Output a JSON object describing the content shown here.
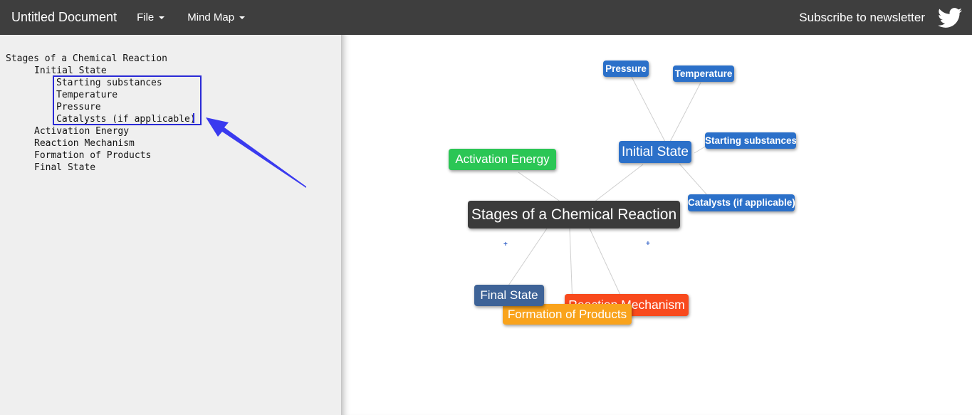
{
  "top_bar": {
    "title": "Untitled Document",
    "menus": [
      {
        "label": "File"
      },
      {
        "label": "Mind Map"
      }
    ],
    "subscribe_label": "Subscribe to newsletter",
    "twitter_icon": "twitter-bird",
    "bg_color": "#3e3e3e"
  },
  "editor": {
    "lines": [
      {
        "text": "Stages of a Chemical Reaction",
        "level": 0
      },
      {
        "text": "Initial State",
        "level": 1
      },
      {
        "text": "Starting substances",
        "level": 2
      },
      {
        "text": "Temperature",
        "level": 2
      },
      {
        "text": "Pressure",
        "level": 2
      },
      {
        "text": "Catalysts (if applicable)",
        "level": 2
      },
      {
        "text": "Activation Energy",
        "level": 1
      },
      {
        "text": "Reaction Mechanism",
        "level": 1
      },
      {
        "text": "Formation of Products",
        "level": 1
      },
      {
        "text": "Final State",
        "level": 1
      }
    ],
    "selection_color": "#2a2ad6"
  },
  "annotation": {
    "arrow_color": "#3a3aef"
  },
  "map": {
    "edge_color": "#cfcfcf",
    "nodes": [
      {
        "id": "central",
        "label": "Stages of a Chemical Reaction",
        "color": "#3b3b3b"
      },
      {
        "id": "initial-state",
        "label": "Initial State",
        "color": "#2b70c9"
      },
      {
        "id": "pressure",
        "label": "Pressure",
        "color": "#2b70c9"
      },
      {
        "id": "temperature",
        "label": "Temperature",
        "color": "#2b70c9"
      },
      {
        "id": "starting-substances",
        "label": "Starting substances",
        "color": "#2b70c9"
      },
      {
        "id": "catalysts",
        "label": "Catalysts (if applicable)",
        "color": "#2b70c9"
      },
      {
        "id": "activation-energy",
        "label": "Activation Energy",
        "color": "#2bc655"
      },
      {
        "id": "final-state",
        "label": "Final State",
        "color": "#3e6397"
      },
      {
        "id": "reaction-mechanism",
        "label": "Reaction Mechanism",
        "color": "#f84a1d"
      },
      {
        "id": "formation-of-products",
        "label": "Formation of Products",
        "color": "#f9a31c"
      }
    ],
    "plus_marks": [
      "+",
      "+"
    ]
  }
}
